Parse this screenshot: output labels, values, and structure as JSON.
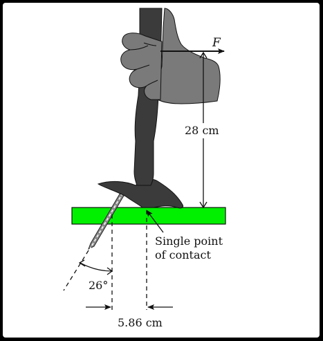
{
  "diagram": {
    "force_label": "F",
    "handle_length_label": "28 cm",
    "contact_label_line1": "Single point",
    "contact_label_line2": "of contact",
    "angle_label": "26°",
    "offset_label": "5.86 cm",
    "colors": {
      "board": "#00f000",
      "hand": "#7a7a7a",
      "hammer": "#3b3b3b",
      "background": "#ffffff",
      "border": "#000000"
    }
  }
}
